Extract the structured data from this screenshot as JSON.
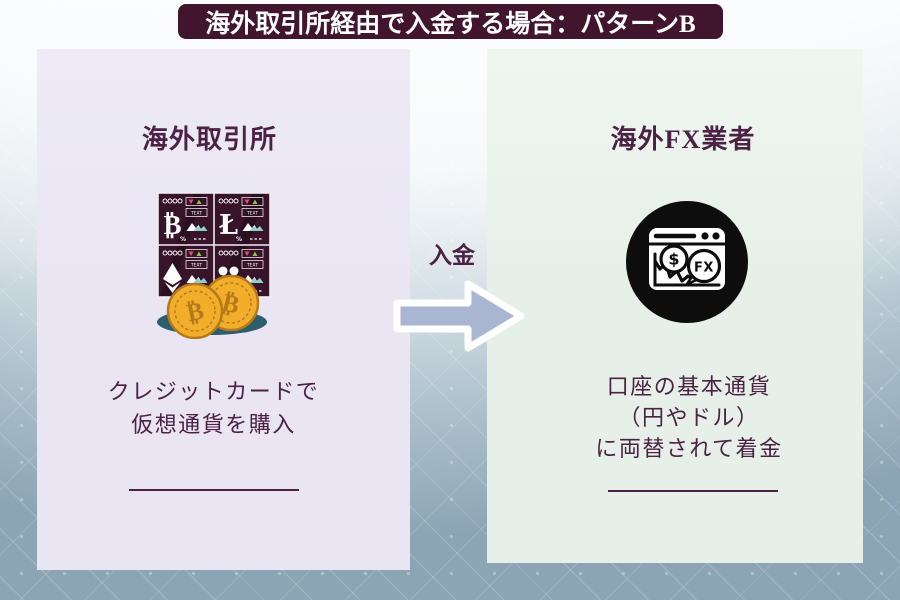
{
  "banner": {
    "title": "海外取引所経由で入金する場合：パターンB"
  },
  "left_card": {
    "title": "海外取引所",
    "description_lines": [
      "クレジットカードで",
      "仮想通貨を購入"
    ],
    "illustration": {
      "name": "crypto-price-board-with-coins",
      "bitcoin_symbol": "₿",
      "litecoin_symbol": "Ł",
      "text_label": "TEXT",
      "percent_label": "%"
    }
  },
  "flow": {
    "label": "入金"
  },
  "right_card": {
    "title": "海外FX業者",
    "description_lines": [
      "口座の基本通貨",
      "（円やドル）",
      "に両替されて着金"
    ],
    "icon": {
      "name": "fx-trading-browser",
      "dollar_label": "$",
      "fx_label": "FX"
    }
  },
  "colors": {
    "banner_bg": "#42152f",
    "banner_text": "#ffffff",
    "left_card_bg": "#e9e5f3",
    "right_card_bg": "#e6f0e8",
    "body_text": "#4b2144",
    "arrow_fill": "#a9b6d2",
    "panel_bg": "#37142a",
    "accent_red": "#e8506a",
    "accent_green": "#8cc63f",
    "accent_teal": "#8fd0cc",
    "coin_gold": "#f2ae2a",
    "coin_edge": "#b5791a",
    "shadow_teal": "#2b5f6e",
    "icon_black": "#0d0d0d"
  }
}
